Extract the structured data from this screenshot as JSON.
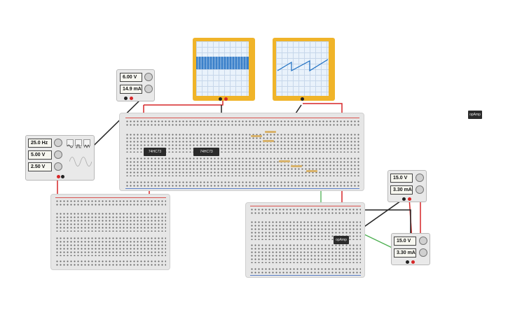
{
  "function_generator": {
    "frequency": "25.0 Hz",
    "amplitude": "5.00 V",
    "dc_offset": "2.50 V",
    "waveforms": [
      "sine-icon",
      "square-icon",
      "triangle-icon"
    ]
  },
  "power_supply_top": {
    "voltage": "6.00 V",
    "current": "14.9 mA"
  },
  "power_supply_right_1": {
    "voltage": "15.0 V",
    "current": "3.30 mA"
  },
  "power_supply_right_2": {
    "voltage": "15.0 V",
    "current": "3.30 mA"
  },
  "chips": {
    "counter_1": "74HC73",
    "counter_2": "74HC73",
    "opamp_board": "opAmp",
    "opamp_floating": "opAmp"
  },
  "colors": {
    "scope_frame": "#f0b429",
    "breadboard": "#e6e6e6",
    "wire_red": "#d62728",
    "wire_black": "#222222",
    "wire_green": "#4caf50",
    "wire_orange": "#f28c28",
    "wire_purple": "#8e44ad",
    "wire_blue": "#3aa0d8",
    "trace": "#1e6fc2"
  }
}
